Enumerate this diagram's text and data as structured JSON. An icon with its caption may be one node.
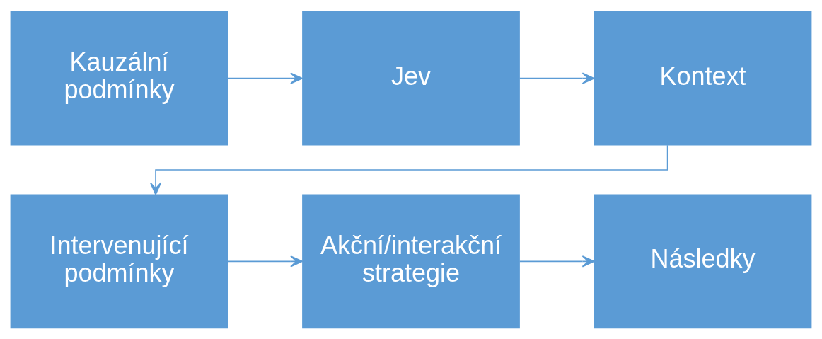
{
  "diagram": {
    "nodes": [
      {
        "text": [
          "Kauzální podmínky"
        ]
      },
      {
        "text": [
          "Jev"
        ]
      },
      {
        "text": [
          "Kontext"
        ]
      },
      {
        "text": [
          "Intervenující podmínky"
        ]
      },
      {
        "text": [
          "Akční/interakční strategie"
        ]
      },
      {
        "text": [
          "Následky"
        ]
      }
    ],
    "edges": [
      {
        "from": 0,
        "to": 1,
        "arrow": "to"
      },
      {
        "from": 1,
        "to": 2,
        "arrow": "to"
      },
      {
        "from": 2,
        "to": 3,
        "arrow": "to"
      },
      {
        "from": 3,
        "to": 4,
        "arrow": "to"
      },
      {
        "from": 4,
        "to": 5,
        "arrow": "to"
      }
    ]
  }
}
